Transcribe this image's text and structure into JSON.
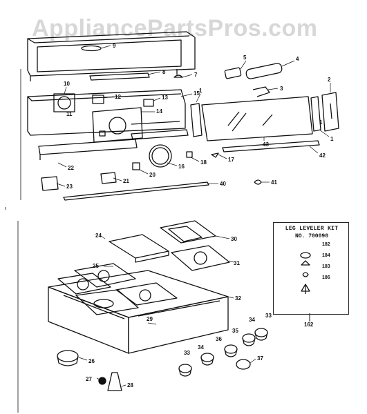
{
  "watermark": "AppliancePartsPros.com",
  "upper_callouts": [
    "9",
    "8",
    "7",
    "5",
    "4",
    "3",
    "2",
    "1",
    "10",
    "12",
    "13",
    "14",
    "15",
    "1",
    "11",
    "43",
    "42",
    "22",
    "20",
    "16",
    "18",
    "17",
    "1",
    "23",
    "21",
    "40",
    "41"
  ],
  "lower_callouts": [
    "24",
    "30",
    "25",
    "31",
    "32",
    "29",
    "33",
    "34",
    "35",
    "36",
    "34",
    "33",
    "37",
    "26",
    "27",
    "28"
  ],
  "kit": {
    "title": "LEG LEVELER KIT",
    "number": "NO. 700090",
    "parts": [
      "182",
      "184",
      "183",
      "186"
    ],
    "ref": "162"
  }
}
